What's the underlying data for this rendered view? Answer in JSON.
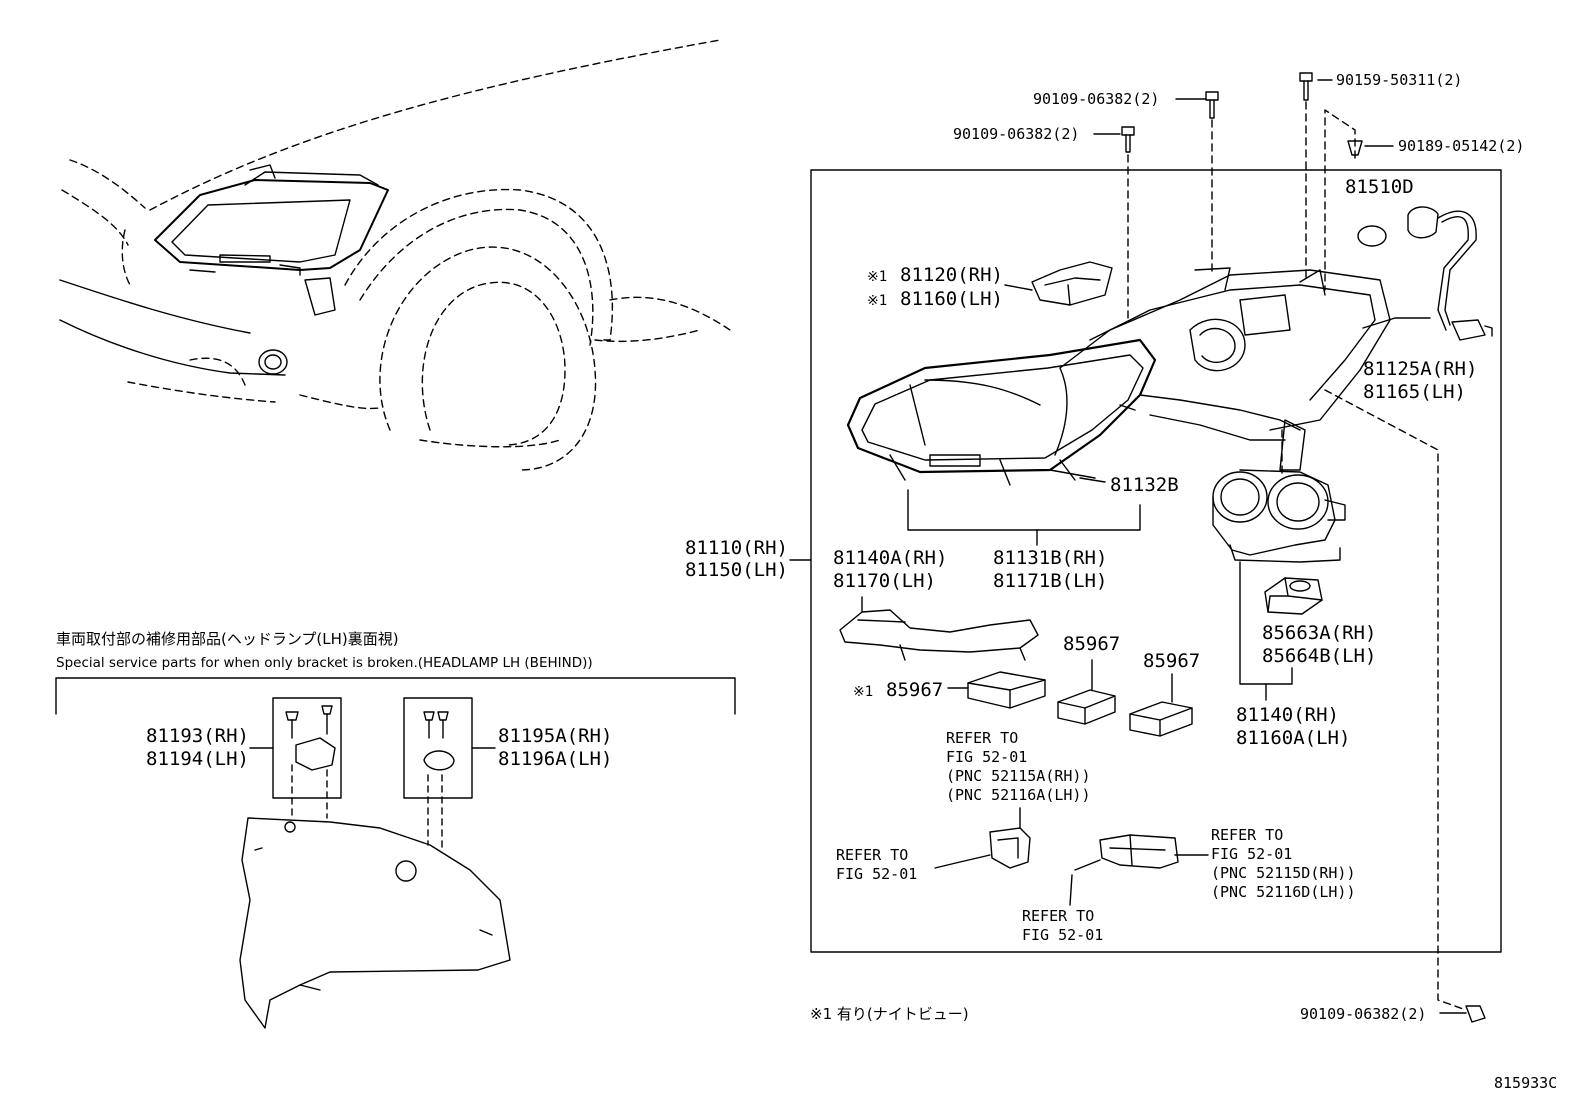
{
  "callouts": {
    "p90109_top": "90109-06382(2)",
    "p90109_mid": "90109-06382(2)",
    "p90159": "90159-50311(2)",
    "p90189": "90189-05142(2)",
    "p81510d": "81510D",
    "mark_81120": "※1",
    "p81120": "81120(RH)",
    "mark_81160": "※1",
    "p81160": "81160(LH)",
    "p81125a": "81125A(RH)",
    "p81165": "81165(LH)",
    "p81132b": "81132B",
    "p81110": "81110(RH)",
    "p81150": "81150(LH)",
    "p81140a": "81140A(RH)",
    "p81170": "81170(LH)",
    "p81131b": "81131B(RH)",
    "p81171b": "81171B(LH)",
    "p85967_a": "85967",
    "p85967_b": "85967",
    "mark_85967": "※1",
    "p85967_c": "85967",
    "p85663a": "85663A(RH)",
    "p85664b": "85664B(LH)",
    "p81140": "81140(RH)",
    "p81160a": "81160A(LH)",
    "ref1_line1": "REFER TO",
    "ref1_line2": "FIG 52-01",
    "ref1_line3": "(PNC 52115A(RH))",
    "ref1_line4": "(PNC 52116A(LH))",
    "ref2_line1": "REFER TO",
    "ref2_line2": "FIG 52-01",
    "ref3_line1": "REFER TO",
    "ref3_line2": "FIG 52-01",
    "ref4_line1": "REFER TO",
    "ref4_line2": "FIG 52-01",
    "ref4_line3": "(PNC 52115D(RH))",
    "ref4_line4": "(PNC 52116D(LH))",
    "p81193": "81193(RH)",
    "p81194": "81194(LH)",
    "p81195a": "81195A(RH)",
    "p81196a": "81196A(LH)",
    "p90109_bottom": "90109-06382(2)"
  },
  "notes": {
    "jp_title": "車両取付部の補修用部品(ヘッドランプ(LH)裏面視)",
    "en_title": "Special service parts for when only bracket is broken.(HEADLAMP LH (BEHIND))",
    "footnote": "※1 有り(ナイトビュー)",
    "figure_id": "815933C"
  }
}
